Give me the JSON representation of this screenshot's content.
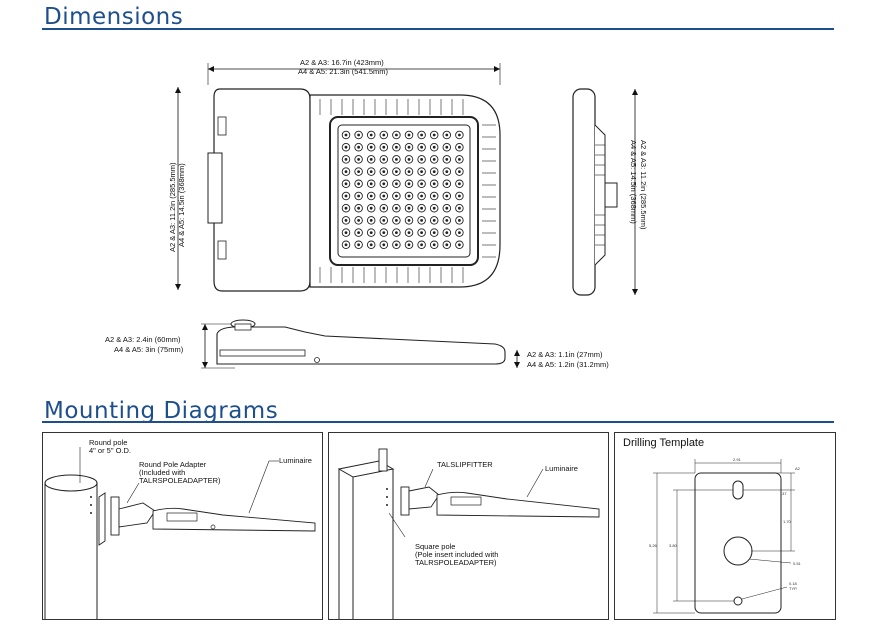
{
  "sections": {
    "dimensions_title": "Dimensions",
    "mounting_title": "Mounting Diagrams"
  },
  "top_view": {
    "width_line1": "A2 & A3: 16.7in (423mm)",
    "width_line2": "A4 & A5: 21.3in (541.5mm)",
    "height_line1": "A2 & A3: 11.2in (285.5mm)",
    "height_line2": "A4 & A5: 14.5in (368mm)"
  },
  "side_view": {
    "height_line1": "A2 & A3: 11.2in (285.5mm)",
    "height_line2": "A4 & A5: 14.5in (368mm)"
  },
  "profile_view": {
    "left_line1": "A2 & A3: 2.4in (60mm)",
    "left_line2": "A4 & A5: 3in (75mm)",
    "right_line1": "A2 & A3: 1.1in (27mm)",
    "right_line2": "A4 & A5: 1.2in (31.2mm)"
  },
  "diagram_round": {
    "pole_label": "Round pole\n4\" or 5\" O.D.",
    "adapter_label": "Round Pole Adapter\n(Included with\nTALRSPOLEADAPTER)",
    "luminaire_label": "Luminaire"
  },
  "diagram_square": {
    "fitter_label": "TALSLIPFITTER",
    "luminaire_label": "Luminaire",
    "pole_label": "Square pole\n(Pole insert included with\nTALRSPOLEADAPTER)"
  },
  "drilling": {
    "title": "Drilling Template",
    "top_dim": "2.91",
    "right_dim1": "A2",
    "right_dim2": ".37",
    "right_dim3": "1.70",
    "hole_label": "0.51",
    "slot_label": "0.18\nTYP.",
    "left_dim_outer": "5.26",
    "left_dim_inner": "3.80"
  }
}
